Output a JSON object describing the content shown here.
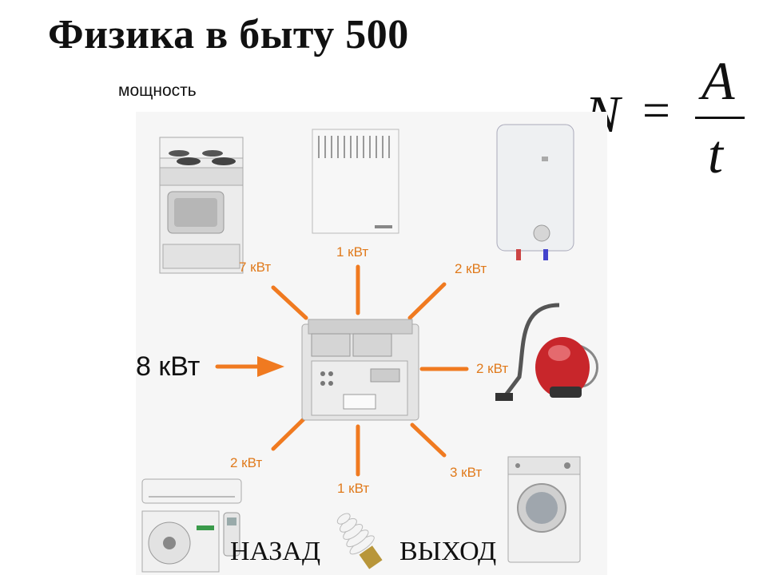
{
  "title": "Физика в быту 500",
  "subtitle": "мощность",
  "formula": {
    "lhs": "N",
    "eq": "=",
    "numerator": "A",
    "denominator": "t"
  },
  "input_power": "8 кВт",
  "appliances": [
    {
      "name": "stove",
      "icon": "stove-icon",
      "power": "7 кВт"
    },
    {
      "name": "convector-heater",
      "icon": "heater-icon",
      "power": "1 кВт"
    },
    {
      "name": "water-heater",
      "icon": "boiler-icon",
      "power": "2 кВт"
    },
    {
      "name": "vacuum-cleaner",
      "icon": "vacuum-icon",
      "power": "2 кВт"
    },
    {
      "name": "washing-machine",
      "icon": "washing-machine-icon",
      "power": "3 кВт"
    },
    {
      "name": "light-bulb",
      "icon": "bulb-icon",
      "power": "1 кВт"
    },
    {
      "name": "air-conditioner",
      "icon": "air-conditioner-icon",
      "power": "2 кВт"
    }
  ],
  "nav": {
    "back": "НАЗАД",
    "exit": "ВЫХОД"
  },
  "colors": {
    "arrow": "#f07a20",
    "label": "#e07a1c"
  }
}
